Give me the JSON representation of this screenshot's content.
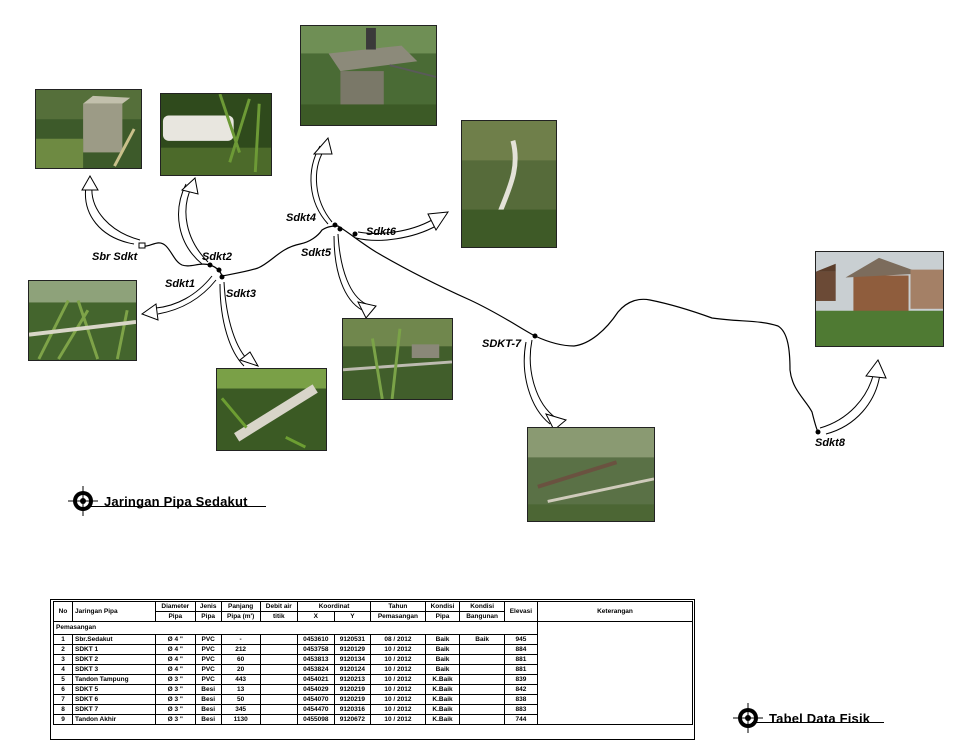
{
  "map": {
    "title": "Jaringan Pipa Sedakut",
    "labels": {
      "sbr": "Sbr Sdkt",
      "sdkt1": "Sdkt1",
      "sdkt2": "Sdkt2",
      "sdkt3": "Sdkt3",
      "sdkt4": "Sdkt4",
      "sdkt5": "Sdkt5",
      "sdkt6": "Sdkt6",
      "sdkt7": "SDKT-7",
      "sdkt8": "Sdkt8"
    }
  },
  "table": {
    "title": "Tabel Data Fisik",
    "headers": {
      "no": "No",
      "jaringan": "Jaringan Pipa",
      "diameter": "Diameter",
      "diameter_sub": "Pipa",
      "jenis": "Jenis",
      "jenis_sub": "Pipa",
      "panjang": "Panjang",
      "panjang_sub": "Pipa (m')",
      "debit": "Debit air",
      "debit_sub": "titik",
      "koordinat": "Koordinat",
      "x": "X",
      "y": "Y",
      "tahun": "Tahun",
      "tahun_sub": "Pemasangan",
      "kondisi_pipa": "Kondisi",
      "kondisi_pipa_sub": "Pipa",
      "kondisi_bangunan": "Kondisi",
      "kondisi_bangunan_sub": "Bangunan",
      "elevasi": "Elevasi",
      "keterangan": "Keterangan"
    },
    "section": "Pemasangan",
    "rows": [
      {
        "no": "1",
        "nama": "Sbr.Sedakut",
        "dia": "Ø 4 \"",
        "jenis": "PVC",
        "panjang": "-",
        "x": "0453610",
        "y": "9120531",
        "tahun": "08 / 2012",
        "pipa": "Baik",
        "bangunan": "Baik",
        "elev": "945"
      },
      {
        "no": "2",
        "nama": "SDKT 1",
        "dia": "Ø 4 \"",
        "jenis": "PVC",
        "panjang": "212",
        "x": "0453758",
        "y": "9120129",
        "tahun": "10 / 2012",
        "pipa": "Baik",
        "bangunan": "",
        "elev": "884"
      },
      {
        "no": "3",
        "nama": "SDKT 2",
        "dia": "Ø 4 \"",
        "jenis": "PVC",
        "panjang": "60",
        "x": "0453813",
        "y": "9120134",
        "tahun": "10 / 2012",
        "pipa": "Baik",
        "bangunan": "",
        "elev": "881"
      },
      {
        "no": "4",
        "nama": "SDKT 3",
        "dia": "Ø 4 \"",
        "jenis": "PVC",
        "panjang": "20",
        "x": "0453824",
        "y": "9120124",
        "tahun": "10 / 2012",
        "pipa": "Baik",
        "bangunan": "",
        "elev": "881"
      },
      {
        "no": "5",
        "nama": "Tandon Tampung",
        "dia": "Ø 3 \"",
        "jenis": "PVC",
        "panjang": "443",
        "x": "0454021",
        "y": "9120213",
        "tahun": "10 / 2012",
        "pipa": "K.Baik",
        "bangunan": "",
        "elev": "839"
      },
      {
        "no": "6",
        "nama": "SDKT 5",
        "dia": "Ø 3 \"",
        "jenis": "Besi",
        "panjang": "13",
        "x": "0454029",
        "y": "9120219",
        "tahun": "10 / 2012",
        "pipa": "K.Baik",
        "bangunan": "",
        "elev": "842"
      },
      {
        "no": "7",
        "nama": "SDKT 6",
        "dia": "Ø 3 \"",
        "jenis": "Besi",
        "panjang": "50",
        "x": "0454070",
        "y": "9120219",
        "tahun": "10 / 2012",
        "pipa": "K.Baik",
        "bangunan": "",
        "elev": "838"
      },
      {
        "no": "8",
        "nama": "SDKT 7",
        "dia": "Ø 3 \"",
        "jenis": "Besi",
        "panjang": "345",
        "x": "0454470",
        "y": "9120316",
        "tahun": "10 / 2012",
        "pipa": "K.Baik",
        "bangunan": "",
        "elev": "883"
      },
      {
        "no": "9",
        "nama": "Tandon Akhir",
        "dia": "Ø 3 \"",
        "jenis": "Besi",
        "panjang": "1130",
        "x": "0455098",
        "y": "9120672",
        "tahun": "10 / 2012",
        "pipa": "K.Baik",
        "bangunan": "",
        "elev": "744"
      }
    ]
  }
}
